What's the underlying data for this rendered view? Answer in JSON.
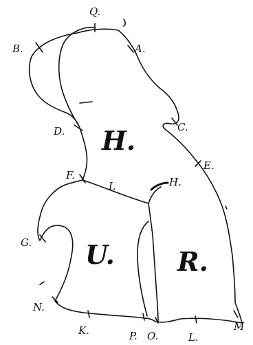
{
  "figure": {
    "regions": [
      {
        "id": "H",
        "text": "H."
      },
      {
        "id": "U",
        "text": "U."
      },
      {
        "id": "R",
        "text": "R."
      }
    ],
    "points": [
      {
        "id": "Q",
        "text": "Q."
      },
      {
        "id": "A",
        "text": "A."
      },
      {
        "id": "B",
        "text": "B."
      },
      {
        "id": "C",
        "text": "C."
      },
      {
        "id": "D",
        "text": "D."
      },
      {
        "id": "E",
        "text": "E."
      },
      {
        "id": "F",
        "text": "F."
      },
      {
        "id": "I",
        "text": "I."
      },
      {
        "id": "H2",
        "text": "H."
      },
      {
        "id": "G",
        "text": "G."
      },
      {
        "id": "N",
        "text": "N."
      },
      {
        "id": "K",
        "text": "K."
      },
      {
        "id": "P",
        "text": "P."
      },
      {
        "id": "O",
        "text": "O."
      },
      {
        "id": "L",
        "text": "L."
      },
      {
        "id": "M",
        "text": "M"
      }
    ]
  }
}
